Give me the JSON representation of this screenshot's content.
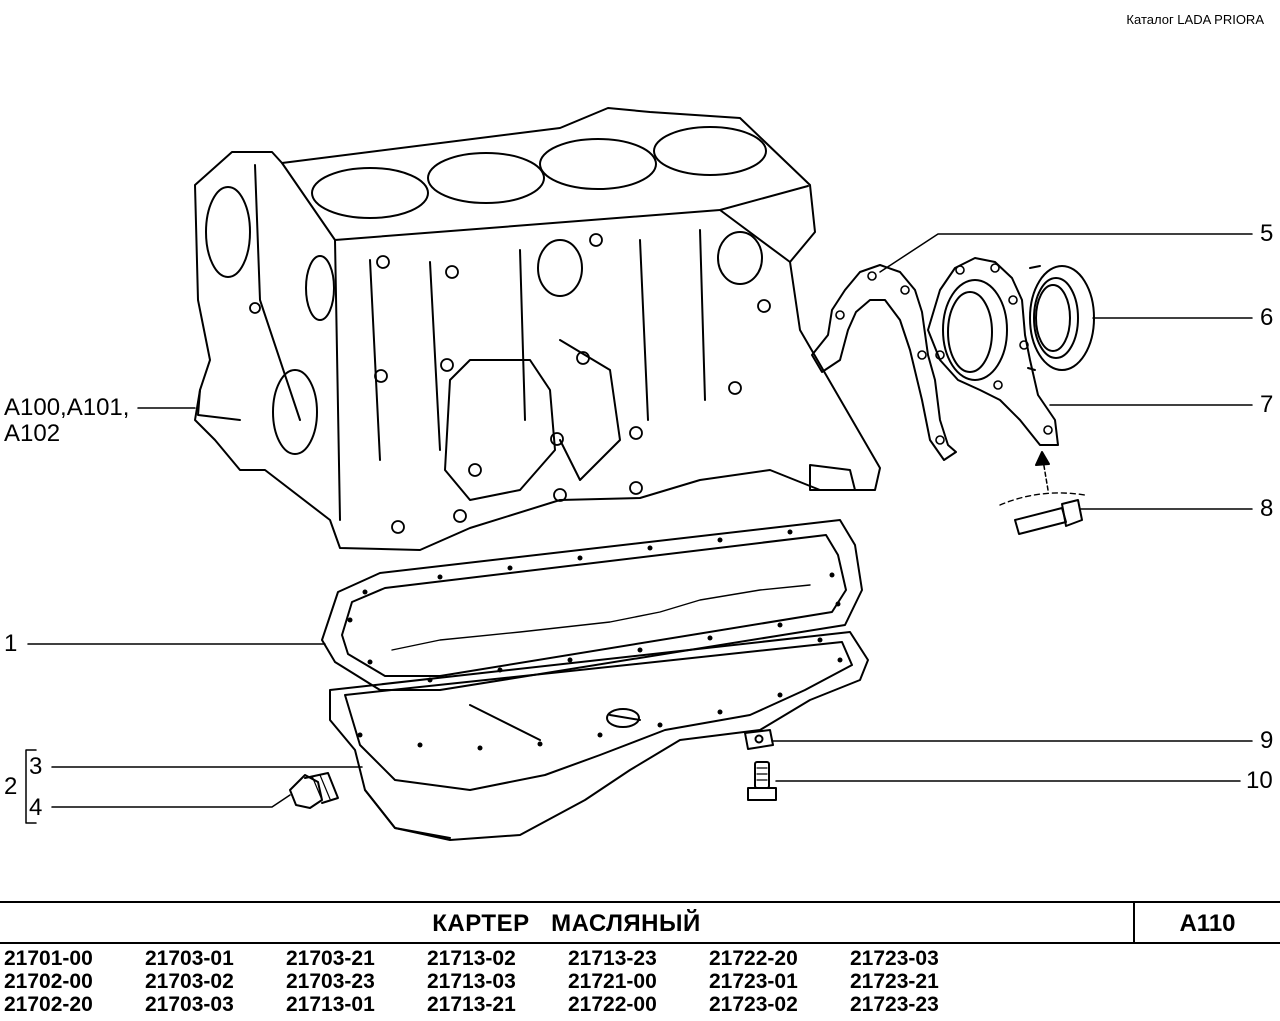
{
  "header": {
    "catalog": "Каталог  LADA  PRIORA"
  },
  "callouts": {
    "c1": "1",
    "c2": "2",
    "c3": "3",
    "c4": "4",
    "c5": "5",
    "c6": "6",
    "c7": "7",
    "c8": "8",
    "c9": "9",
    "c10": "10",
    "ref_line1": "A100,A101,",
    "ref_line2": "A102"
  },
  "footer": {
    "title": "КАРТЕР   МАСЛЯНЫЙ",
    "code": "A110",
    "models": [
      "21701-00",
      "21703-01",
      "21703-21",
      "21713-02",
      "21713-23",
      "21722-20",
      "21723-03",
      "21702-00",
      "21703-02",
      "21703-23",
      "21713-03",
      "21721-00",
      "21723-01",
      "21723-21",
      "21702-20",
      "21703-03",
      "21713-01",
      "21713-21",
      "21722-00",
      "21723-02",
      "21723-23"
    ]
  }
}
